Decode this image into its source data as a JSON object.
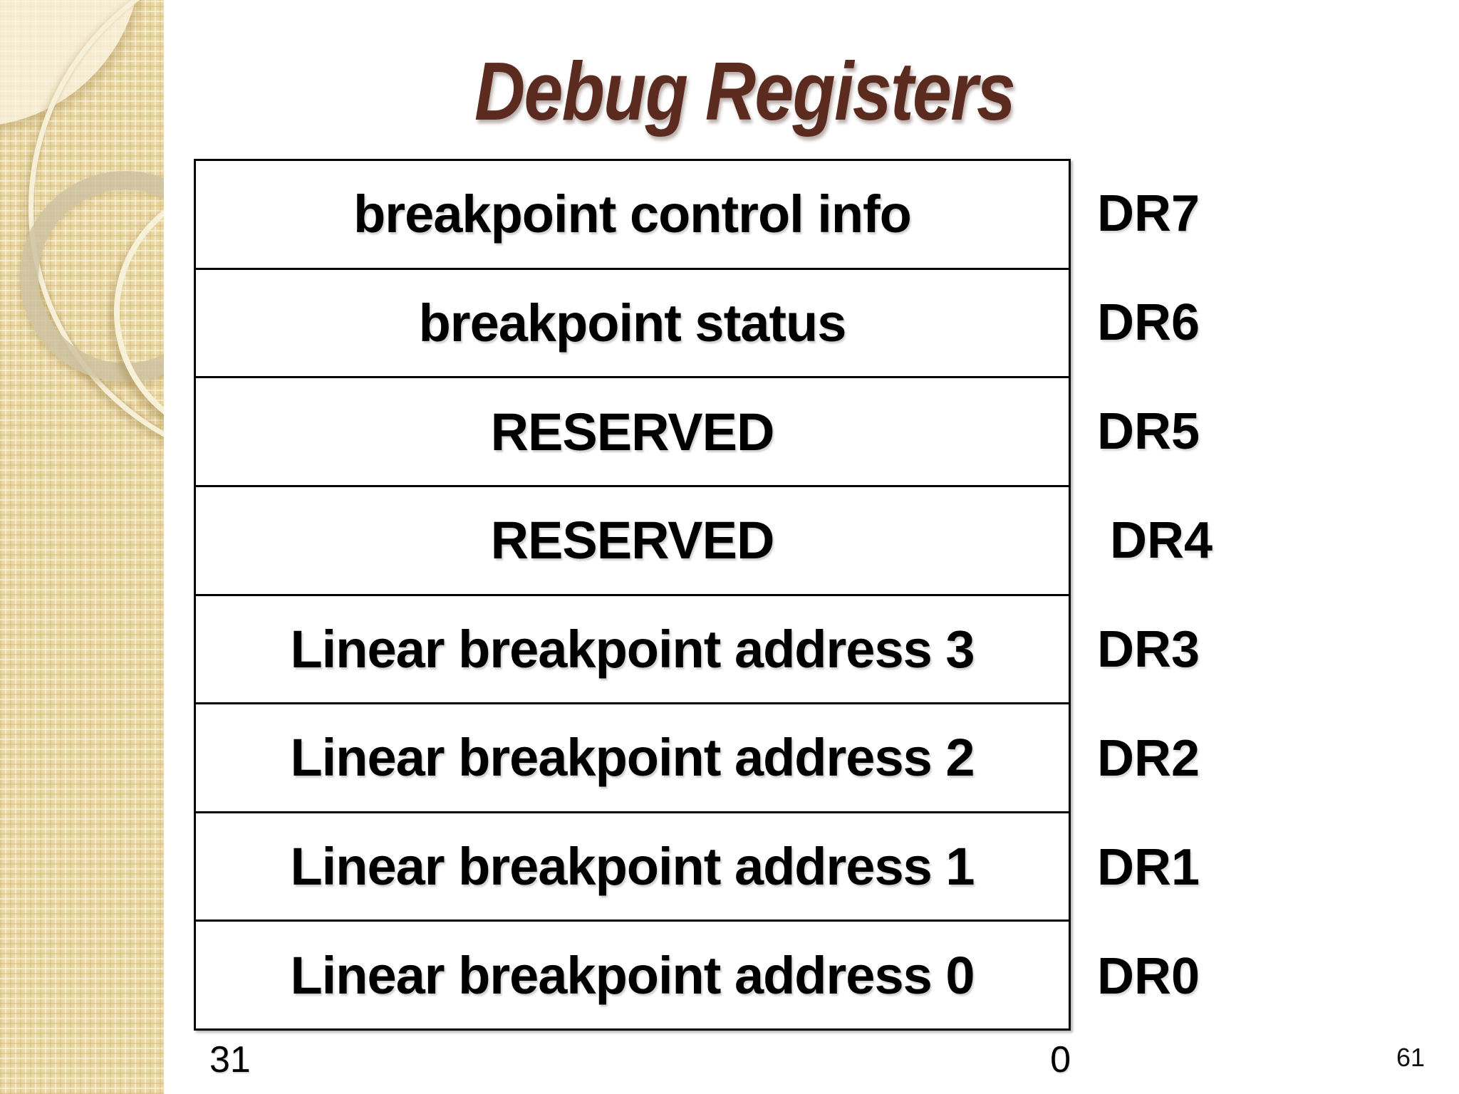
{
  "slide": {
    "title": "Debug Registers",
    "page_number": "61",
    "bit_labels": {
      "high": "31",
      "low": "0"
    },
    "registers": [
      {
        "field": "breakpoint control info",
        "name": "DR7"
      },
      {
        "field": "breakpoint status",
        "name": "DR6"
      },
      {
        "field": "RESERVED",
        "name": "DR5"
      },
      {
        "field": "RESERVED",
        "name": "DR4"
      },
      {
        "field": "Linear breakpoint address 3",
        "name": "DR3"
      },
      {
        "field": "Linear breakpoint address 2",
        "name": "DR2"
      },
      {
        "field": "Linear breakpoint address 1",
        "name": "DR1"
      },
      {
        "field": "Linear breakpoint address 0",
        "name": "DR0"
      }
    ],
    "colors": {
      "title_text": "#5c2b1f",
      "sidebar_base": "#e9d7a4",
      "table_border": "#000000",
      "row_text": "#000000",
      "background": "#ffffff"
    }
  }
}
